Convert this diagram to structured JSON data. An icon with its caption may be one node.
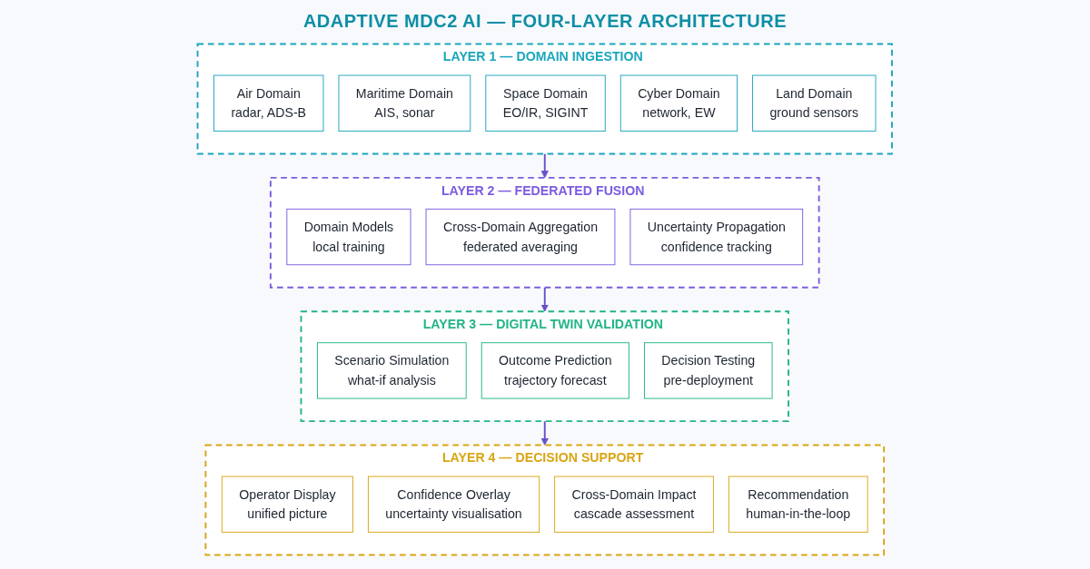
{
  "diagram": {
    "title": "ADAPTIVE MDC2 AI — FOUR-LAYER ARCHITECTURE",
    "nodes": [
      {
        "text": [
          "LAYER 1 — DOMAIN INGESTION"
        ]
      },
      {
        "text": [
          "Air Domain",
          "radar, ADS-B"
        ],
        "in": 0
      },
      {
        "text": [
          "Maritime Domain",
          "AIS, sonar"
        ],
        "in": 0
      },
      {
        "text": [
          "Space Domain",
          "EO/IR, SIGINT"
        ],
        "in": 0
      },
      {
        "text": [
          "Cyber Domain",
          "network, EW"
        ],
        "in": 0
      },
      {
        "text": [
          "Land Domain",
          "ground sensors"
        ],
        "in": 0
      },
      {
        "text": [
          "LAYER 2 — FEDERATED FUSION"
        ]
      },
      {
        "text": [
          "Domain Models",
          "local training"
        ],
        "in": 6
      },
      {
        "text": [
          "Cross-Domain Aggregation",
          "federated averaging"
        ],
        "in": 6
      },
      {
        "text": [
          "Uncertainty Propagation",
          "confidence tracking"
        ],
        "in": 6
      },
      {
        "text": [
          "LAYER 3 — DIGITAL TWIN VALIDATION"
        ]
      },
      {
        "text": [
          "Scenario Simulation",
          "what-if analysis"
        ],
        "in": 10
      },
      {
        "text": [
          "Outcome Prediction",
          "trajectory forecast"
        ],
        "in": 10
      },
      {
        "text": [
          "Decision Testing",
          "pre-deployment"
        ],
        "in": 10
      },
      {
        "text": [
          "LAYER 4 — DECISION SUPPORT"
        ]
      },
      {
        "text": [
          "Operator Display",
          "unified picture"
        ],
        "in": 14
      },
      {
        "text": [
          "Confidence Overlay",
          "uncertainty visualisation"
        ],
        "in": 14
      },
      {
        "text": [
          "Cross-Domain Impact",
          "cascade assessment"
        ],
        "in": 14
      },
      {
        "text": [
          "Recommendation",
          "human-in-the-loop"
        ],
        "in": 14
      }
    ],
    "edges": [
      {
        "from": 0,
        "to": 6,
        "arrow": "to"
      },
      {
        "from": 6,
        "to": 10,
        "arrow": "to"
      },
      {
        "from": 10,
        "to": 14,
        "arrow": "to"
      }
    ]
  }
}
